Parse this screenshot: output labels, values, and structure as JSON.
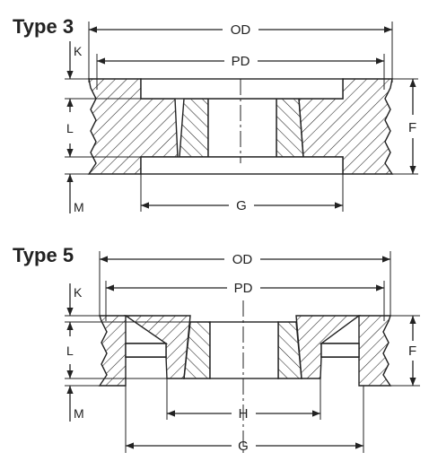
{
  "type3": {
    "title": "Type 3",
    "labels": {
      "od": "OD",
      "pd": "PD",
      "k": "K",
      "l": "L",
      "m": "M",
      "f": "F",
      "g": "G"
    }
  },
  "type5": {
    "title": "Type 5",
    "labels": {
      "od": "OD",
      "pd": "PD",
      "k": "K",
      "l": "L",
      "m": "M",
      "f": "F",
      "h": "H",
      "g": "G"
    }
  }
}
